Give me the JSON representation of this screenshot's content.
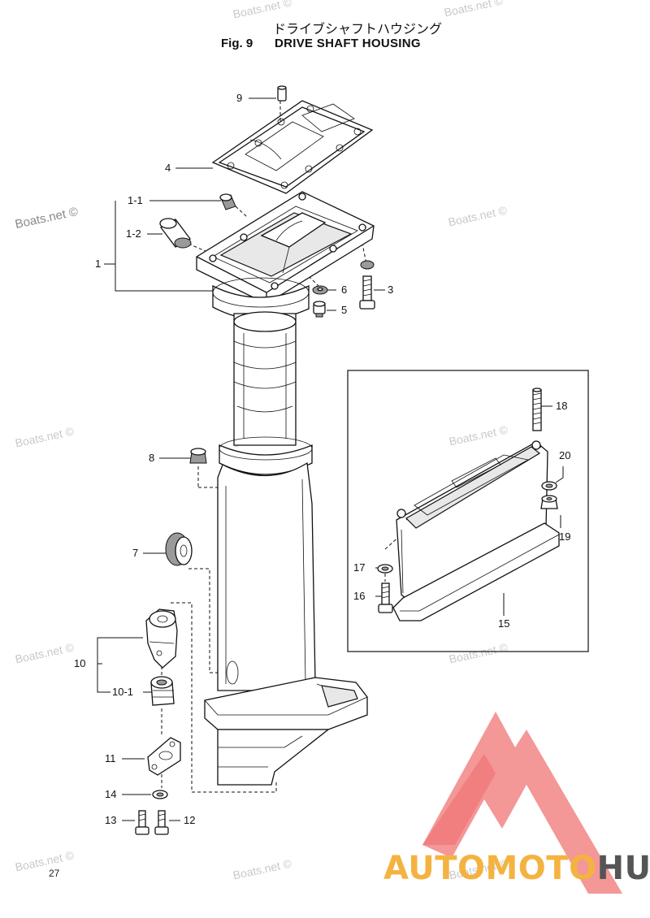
{
  "header": {
    "title_jp": "ドライブシャフトハウジング",
    "fig_number": "Fig. 9",
    "fig_title": "DRIVE SHAFT HOUSING"
  },
  "watermark": {
    "text": "Boats.net ©"
  },
  "callouts": {
    "c9": "9",
    "c4": "4",
    "c1_1": "1-1",
    "c1_2": "1-2",
    "c1": "1",
    "c6": "6",
    "c3": "3",
    "c5": "5",
    "c8": "8",
    "c7": "7",
    "c10": "10",
    "c10_1": "10-1",
    "c11": "11",
    "c14": "14",
    "c13": "13",
    "c12": "12",
    "c18": "18",
    "c20": "20",
    "c19": "19",
    "c17": "17",
    "c16": "16",
    "c15": "15"
  },
  "footer": {
    "page_number": "27"
  },
  "logo": {
    "brand_part1": "AUTOMOTO",
    "brand_part2": "HUB",
    "colors": {
      "triangle": "#f28c8c",
      "accent": "#f4b340",
      "dark": "#555555"
    }
  }
}
